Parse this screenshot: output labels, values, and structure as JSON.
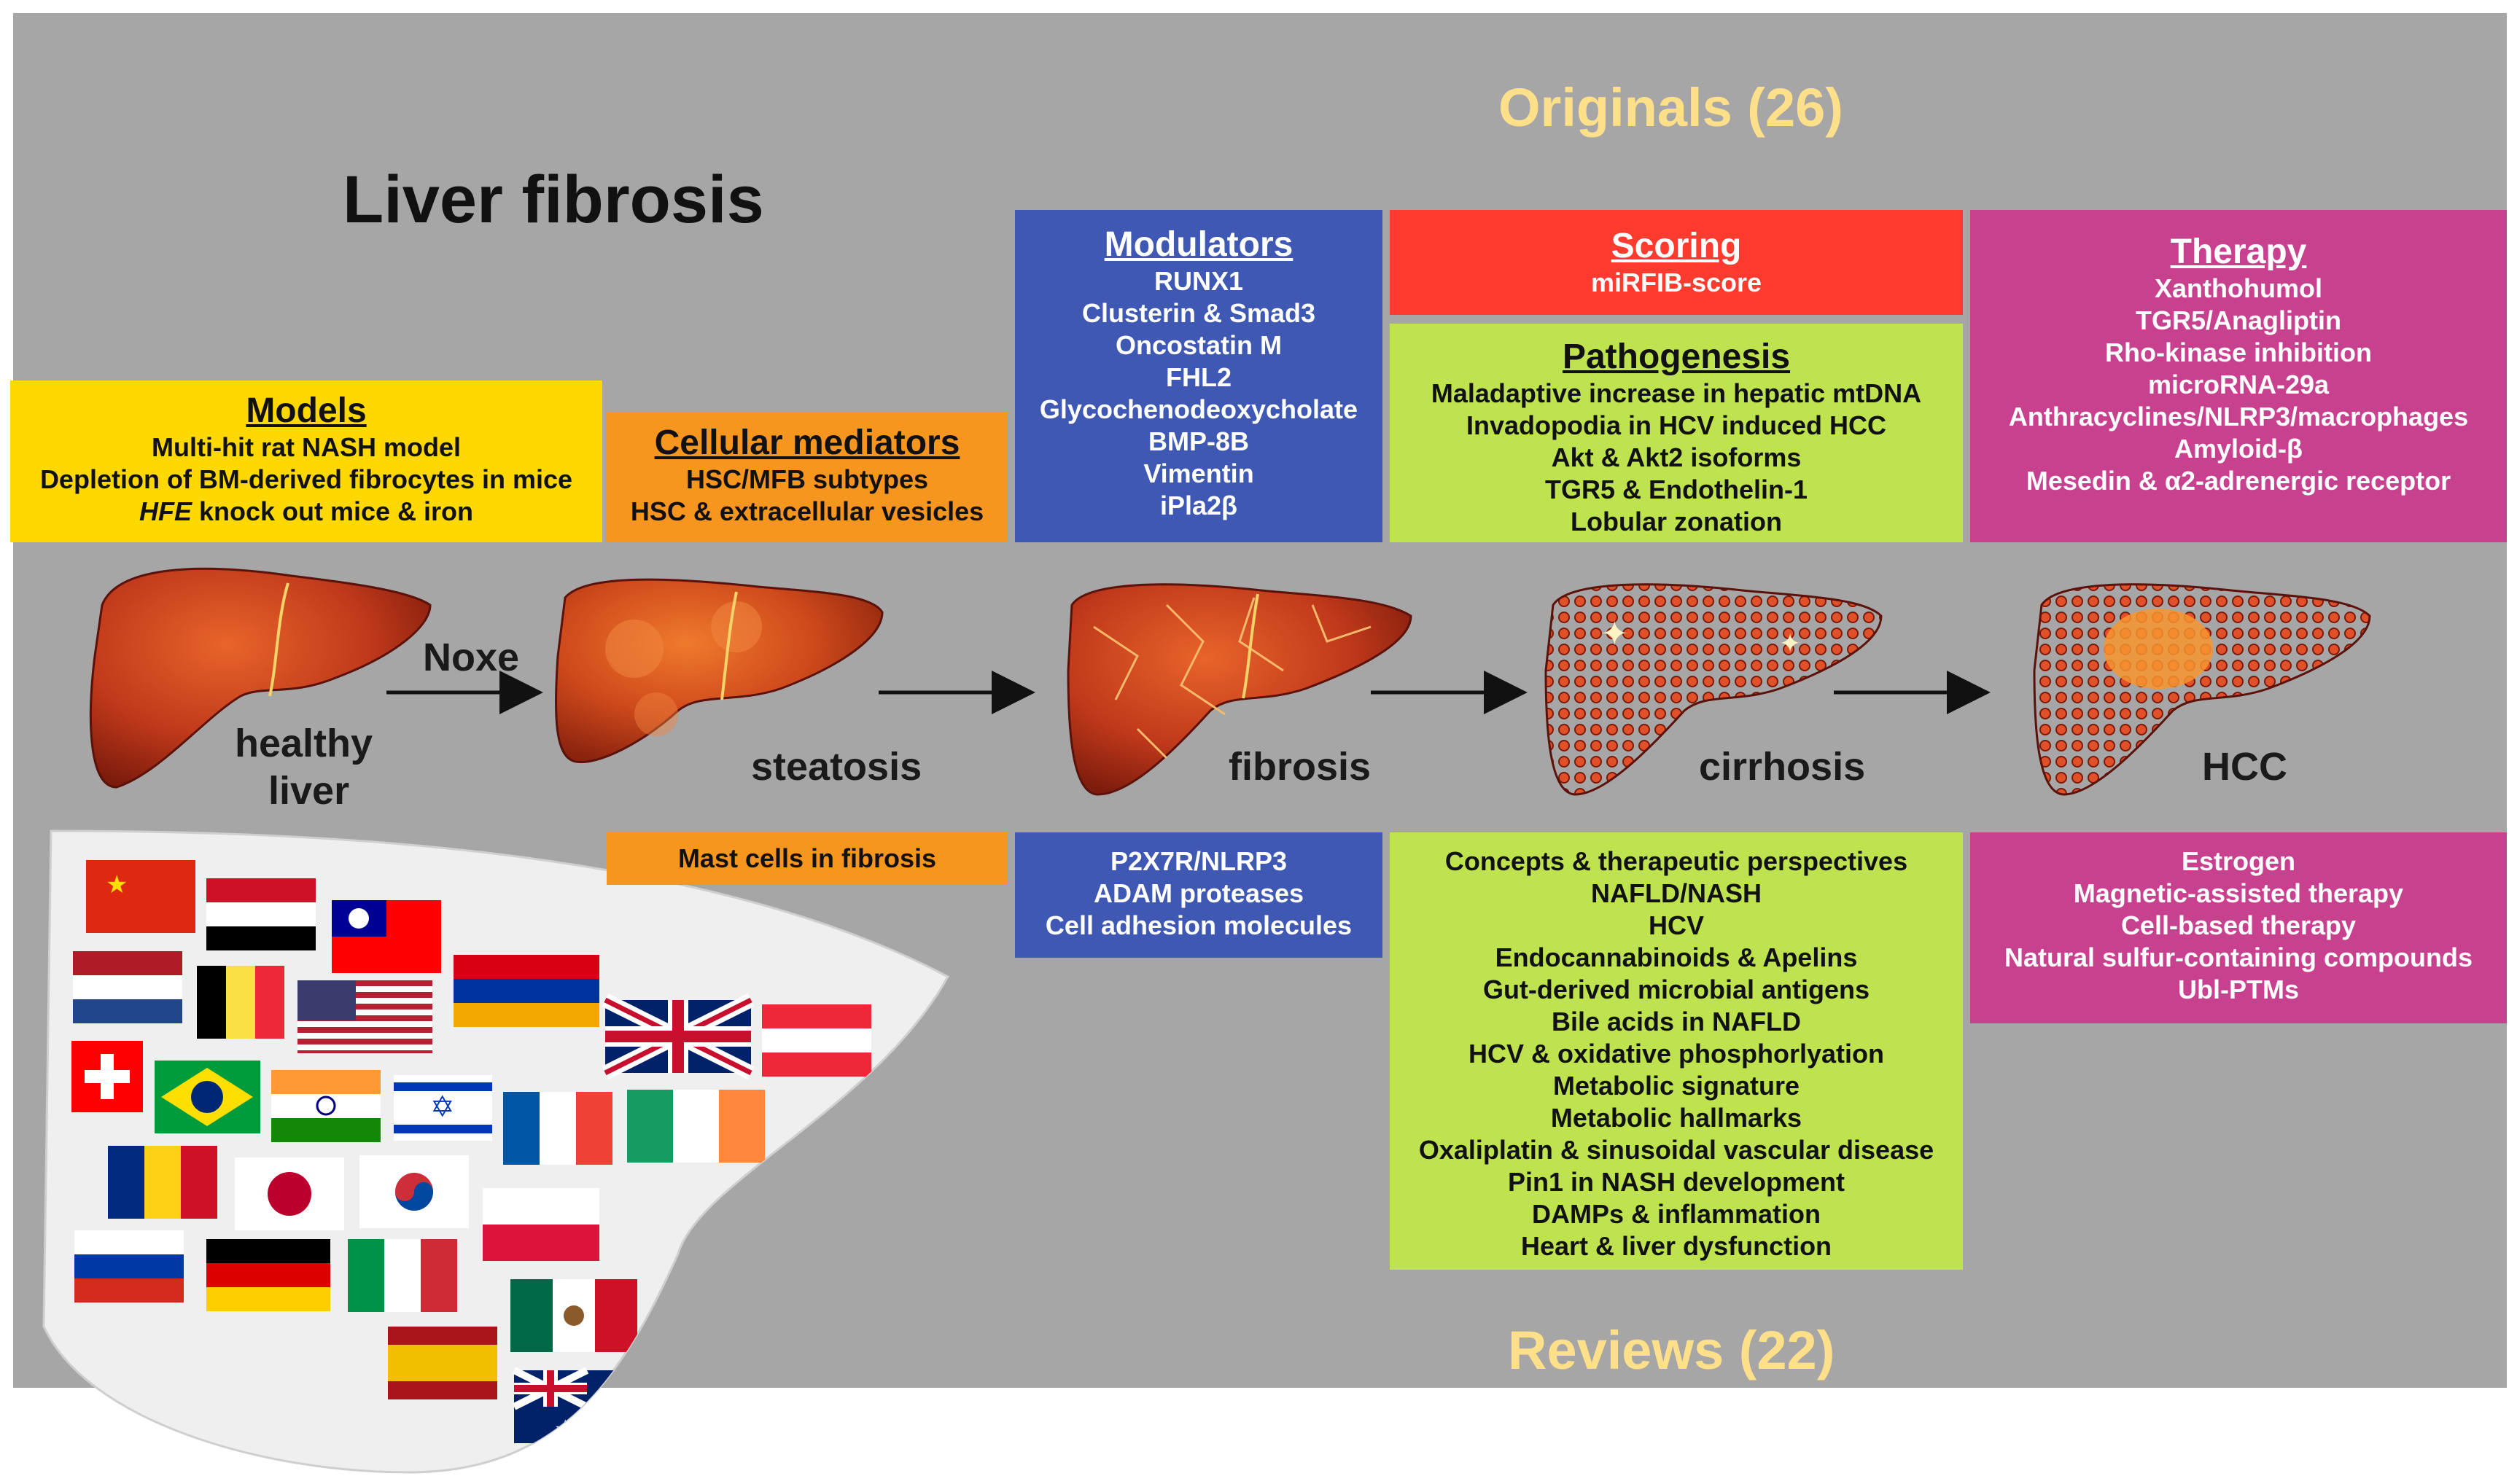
{
  "title": "Liver fibrosis",
  "originals_label": "Originals (26)",
  "reviews_label": "Reviews (22)",
  "colors": {
    "background": "#a6a6a6",
    "models": "#ffd800",
    "cellular": "#f7961f",
    "modulators": "#3f58b4",
    "scoring": "#ff3b30",
    "pathogenesis": "#bfe34f",
    "therapy": "#c8418e",
    "header_gold": "#ffe08a"
  },
  "originals": {
    "models": {
      "title": "Models",
      "lines": [
        "Multi-hit rat NASH model",
        "Depletion of BM-derived fibrocytes in mice"
      ],
      "hfe_italic": "HFE",
      "hfe_rest": " knock out mice & iron"
    },
    "cellular": {
      "title": "Cellular mediators",
      "lines": [
        "HSC/MFB subtypes",
        "HSC & extracellular vesicles"
      ]
    },
    "modulators": {
      "title": "Modulators",
      "lines": [
        "RUNX1",
        "Clusterin & Smad3",
        "Oncostatin M",
        "FHL2",
        "Glycochenodeoxycholate",
        "BMP-8B",
        "Vimentin",
        "iPla2β"
      ]
    },
    "scoring": {
      "title": "Scoring",
      "lines": [
        "miRFIB-score"
      ]
    },
    "pathogenesis": {
      "title": "Pathogenesis",
      "lines": [
        "Maladaptive increase in hepatic mtDNA",
        "Invadopodia in HCV induced HCC",
        "Akt & Akt2 isoforms",
        "TGR5 & Endothelin-1",
        "Lobular zonation"
      ]
    },
    "therapy": {
      "title": "Therapy",
      "lines": [
        "Xanthohumol",
        "TGR5/Anagliptin",
        "Rho-kinase inhibition",
        "microRNA-29a",
        "Anthracyclines/NLRP3/macrophages",
        "Amyloid-β",
        "Mesedin & α2-adrenergic receptor"
      ]
    }
  },
  "stages": {
    "noxe": "Noxe",
    "healthy": "healthy",
    "liver": "liver",
    "steatosis": "steatosis",
    "fibrosis": "fibrosis",
    "cirrhosis": "cirrhosis",
    "hcc": "HCC"
  },
  "reviews": {
    "cellular": {
      "lines": [
        "Mast cells in fibrosis"
      ]
    },
    "modulators": {
      "lines": [
        "P2X7R/NLRP3",
        "ADAM proteases",
        "Cell adhesion molecules"
      ]
    },
    "pathogenesis": {
      "lines": [
        "Concepts & therapeutic perspectives",
        "NAFLD/NASH",
        "HCV",
        "Endocannabinoids & Apelins",
        "Gut-derived microbial antigens",
        "Bile acids in NAFLD",
        "HCV & oxidative phosphorlyation",
        "Metabolic signature",
        "Metabolic hallmarks",
        "Oxaliplatin & sinusoidal vascular disease",
        "Pin1 in NASH development",
        "DAMPs & inflammation",
        "Heart & liver dysfunction"
      ]
    },
    "therapy": {
      "lines": [
        "Estrogen",
        "Magnetic-assisted therapy",
        "Cell-based therapy",
        "Natural sulfur-containing compounds",
        "Ubl-PTMs"
      ]
    }
  },
  "flags": [
    "china",
    "egypt",
    "taiwan",
    "netherlands",
    "belgium",
    "usa",
    "armenia",
    "uk",
    "austria",
    "switzerland",
    "brazil",
    "india",
    "israel",
    "france",
    "ireland",
    "romania",
    "japan",
    "korea",
    "poland",
    "russia",
    "germany",
    "italy",
    "mexico",
    "spain",
    "australia"
  ]
}
